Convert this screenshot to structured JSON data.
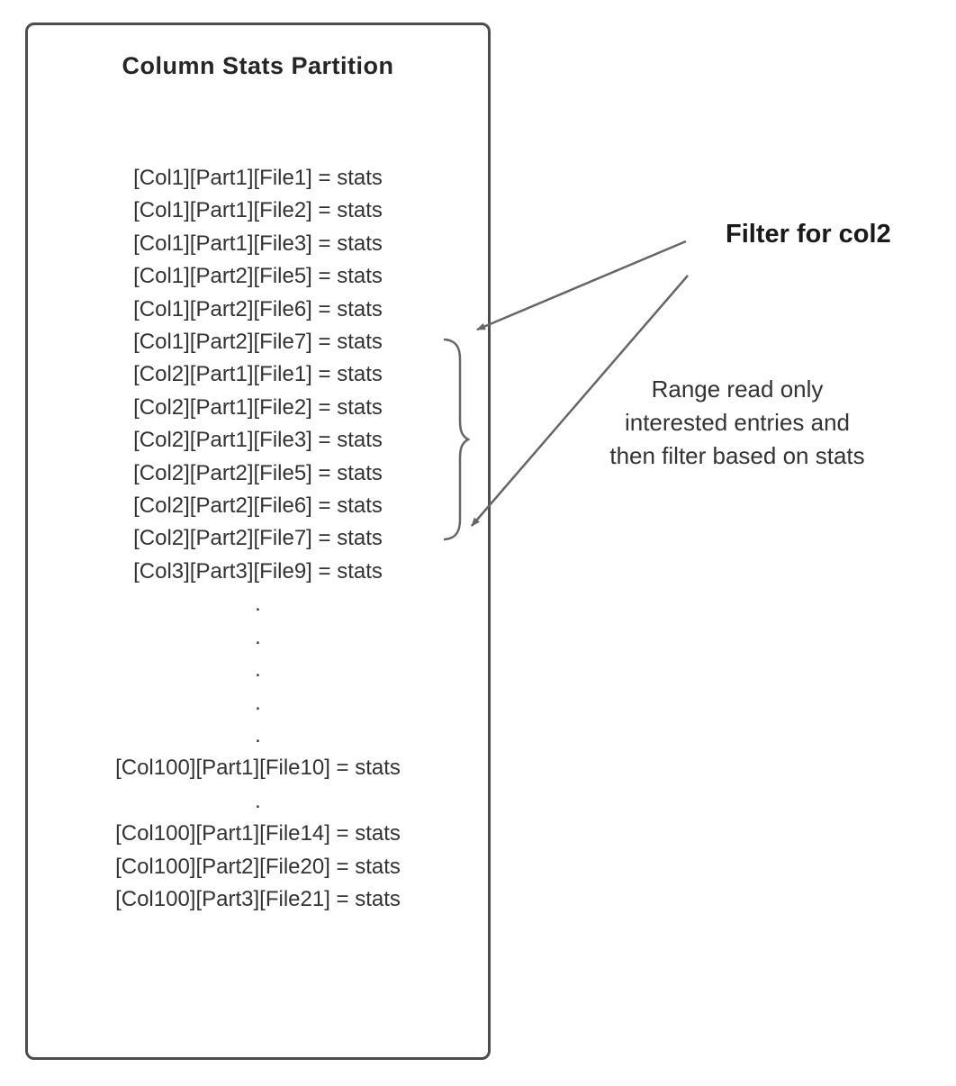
{
  "diagram": {
    "box": {
      "title": "Column Stats Partition",
      "lines": [
        "[Col1][Part1][File1] = stats",
        "[Col1][Part1][File2] = stats",
        "[Col1][Part1][File3] = stats",
        "[Col1][Part2][File5] = stats",
        "[Col1][Part2][File6] = stats",
        "[Col1][Part2][File7] = stats",
        "[Col2][Part1][File1] = stats",
        "[Col2][Part1][File2] = stats",
        "[Col2][Part1][File3] = stats",
        "[Col2][Part2][File5] = stats",
        "[Col2][Part2][File6] = stats",
        "[Col2][Part2][File7] = stats",
        "[Col3][Part3][File9] = stats",
        ".",
        ".",
        ".",
        ".",
        ".",
        "[Col100][Part1][File10] = stats",
        ".",
        "[Col100][Part1][File14] = stats",
        "[Col100][Part2][File20] = stats",
        "[Col100][Part3][File21] = stats"
      ]
    },
    "annotations": {
      "filter_label": "Filter for col2",
      "range_note": "Range read only interested entries and then filter based on stats"
    },
    "colors": {
      "box_border": "#4d4d4d",
      "text": "#333333",
      "arrow": "#666666"
    }
  }
}
